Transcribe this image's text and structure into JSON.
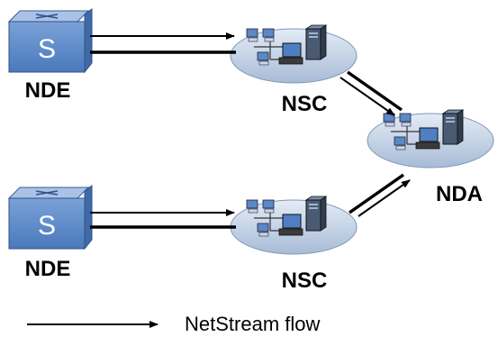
{
  "nodes": {
    "nde_top": {
      "label": "NDE",
      "icon": "switch-icon"
    },
    "nde_bottom": {
      "label": "NDE",
      "icon": "switch-icon"
    },
    "nsc_top": {
      "label": "NSC",
      "icon": "server-cluster-icon"
    },
    "nsc_bottom": {
      "label": "NSC",
      "icon": "server-cluster-icon"
    },
    "nda": {
      "label": "NDA",
      "icon": "server-cluster-icon"
    }
  },
  "legend": {
    "label": "NetStream flow"
  },
  "colors": {
    "switch_face": "#5b88c7",
    "switch_top": "#9fbbe3",
    "switch_side": "#3f6aa8",
    "disk": "#c8d5e8",
    "arrow": "#000000"
  }
}
